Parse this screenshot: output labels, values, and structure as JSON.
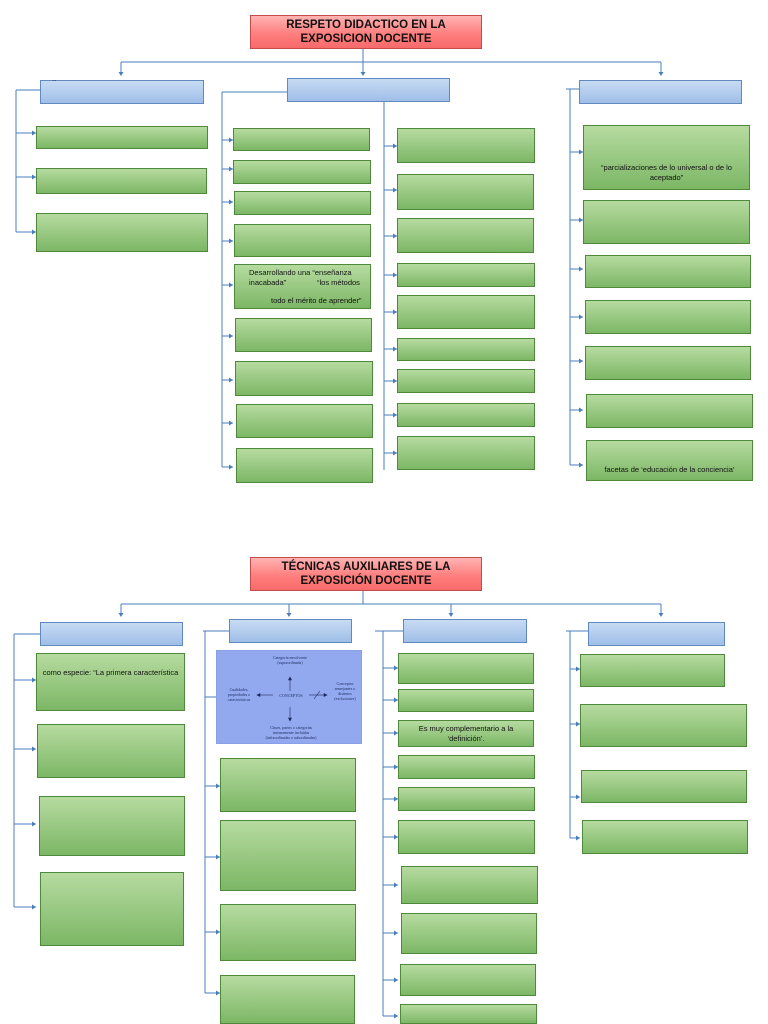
{
  "diagram1": {
    "title": "RESPETO DIDACTICO EN LA EXPOSICION DOCENTE",
    "col1_mark": "..",
    "col2_item5_line1": "Desarrollando una “enseñanza",
    "col2_item5_line2": "inacabada”",
    "col2_item5_line3": "“los métodos",
    "col2_item5_line4": "todo el mérito de aprender”",
    "col4_item1": "“parcializaciones de lo universal o de lo aceptado”",
    "col4_item7": "facetas de ‘educación de la conciencia’"
  },
  "diagram2": {
    "title": "TÉCNICAS AUXILIARES DE LA EXPOSICIÓN DOCENTE",
    "col1_item1": "como especie: “La primera característica",
    "col3_item3": "Es muy complementario a la ‘definición’.",
    "concept_map": {
      "center": "CONCEPTOS",
      "top": "Categoría envolvente (supraordinada)",
      "left": "Cualidades, propiedades o características",
      "right": "Conceptos semejantes o distintos (exclusiones)",
      "bottom": "Clases, partes o categorías internamente incluidas (infraordinadas o subordinadas)"
    }
  },
  "colors": {
    "title_fill": "#ff8080",
    "category_fill": "#a9c5ec",
    "item_fill": "#8fc774",
    "connector": "#4a7ebb",
    "image_fill": "#93a9ef"
  }
}
